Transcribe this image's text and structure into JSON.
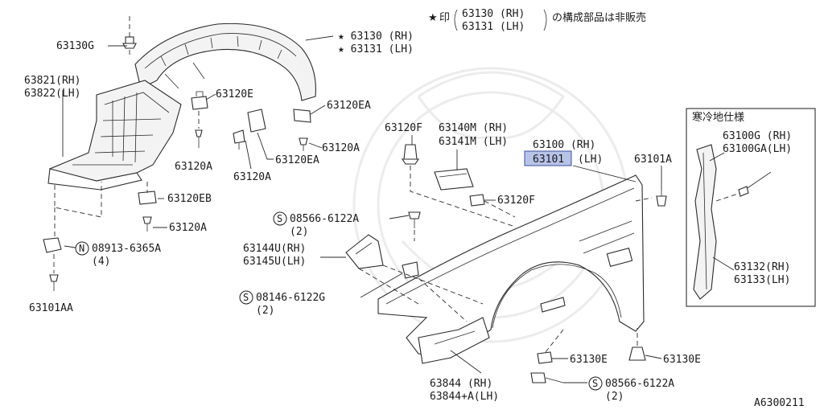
{
  "note": {
    "star": "★",
    "prefix": "印",
    "part_rh": "63130 (RH)",
    "part_lh": "63131 (LH)",
    "suffix": "の構成部品は非販売"
  },
  "cold_box_title": "寒冷地仕様",
  "diagram_id": "A6300211",
  "highlight_color": "#b8c3e8",
  "labels": {
    "p63130g": "63130G",
    "p63130_rh": "★ 63130 (RH)",
    "p63131_lh": "★ 63131 (LH)",
    "p63821": "63821(RH)",
    "p63822": "63822(LH)",
    "p63120e": "63120E",
    "p63120ea_top": "63120EA",
    "p63120a_1": "63120A",
    "p63120a_2": "63120A",
    "p63120ea_mid": "63120EA",
    "p63120a_3": "63120A",
    "p63120eb": "63120EB",
    "p63120a_4": "63120A",
    "n08913": "08913-6365A",
    "n08913_qty": "(4)",
    "p63101aa": "63101AA",
    "p63120f_top": "63120F",
    "p63140m": "63140M (RH)",
    "p63141m": "63141M (LH)",
    "p63100": "63100 (RH)",
    "p63101": "63101",
    "p63101_lh": "(LH)",
    "p63101a": "63101A",
    "p63120f_low": "63120F",
    "s08566_top": "08566-6122A",
    "s08566_top_qty": "(2)",
    "p63144u": "63144U(RH)",
    "p63145u": "63145U(LH)",
    "s08146": "08146-6122G",
    "s08146_qty": "(2)",
    "p63130e_1": "63130E",
    "p63130e_2": "63130E",
    "p63844_rh": "63844  (RH)",
    "p63844_lh": "63844+A(LH)",
    "s08566_bot": "08566-6122A",
    "s08566_bot_qty": "(2)",
    "p63100g": "63100G (RH)",
    "p63100ga": "63100GA(LH)",
    "p63132": "63132(RH)",
    "p63133": "63133(LH)"
  },
  "symbols": {
    "n": "N",
    "s": "S"
  }
}
